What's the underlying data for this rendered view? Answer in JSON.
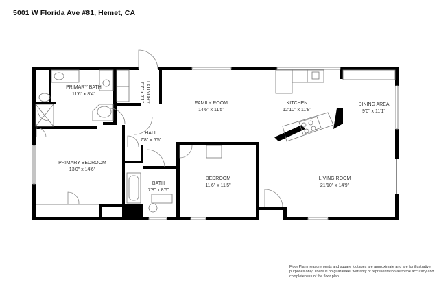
{
  "header": {
    "title": "5001 W Florida Ave #81, Hemet, CA"
  },
  "rooms": {
    "primary_bath": {
      "name": "PRIMARY BATH",
      "dims": "11'6\" x 8'4\""
    },
    "laundry": {
      "name": "LAUNDRY",
      "dims": "6'7\" x 7'1\""
    },
    "family_room": {
      "name": "FAMILY ROOM",
      "dims": "14'6\" x 11'5\""
    },
    "kitchen": {
      "name": "KITCHEN",
      "dims": "12'10\" x 11'8\""
    },
    "dining_area": {
      "name": "DINING AREA",
      "dims": "9'0\" x 11'1\""
    },
    "hall": {
      "name": "HALL",
      "dims": "7'8\" x 6'5\""
    },
    "primary_bedroom": {
      "name": "PRIMARY BEDROOM",
      "dims": "13'0\" x 14'6\""
    },
    "bath": {
      "name": "BATH",
      "dims": "7'8\" x 8'6\""
    },
    "bedroom": {
      "name": "BEDROOM",
      "dims": "11'6\" x 11'5\""
    },
    "living_room": {
      "name": "LIVING ROOM",
      "dims": "21'10\" x 14'9\""
    }
  },
  "footer": {
    "disclaimer": "Floor Plan measurements and square footages are approximate and are for illustrative purposes only. There is no guarantee, warranty or representation as to the accuracy and completeness of the floor plan"
  },
  "colors": {
    "wall": "#000000",
    "fixture": "#888888",
    "text": "#333333",
    "background": "#ffffff"
  }
}
